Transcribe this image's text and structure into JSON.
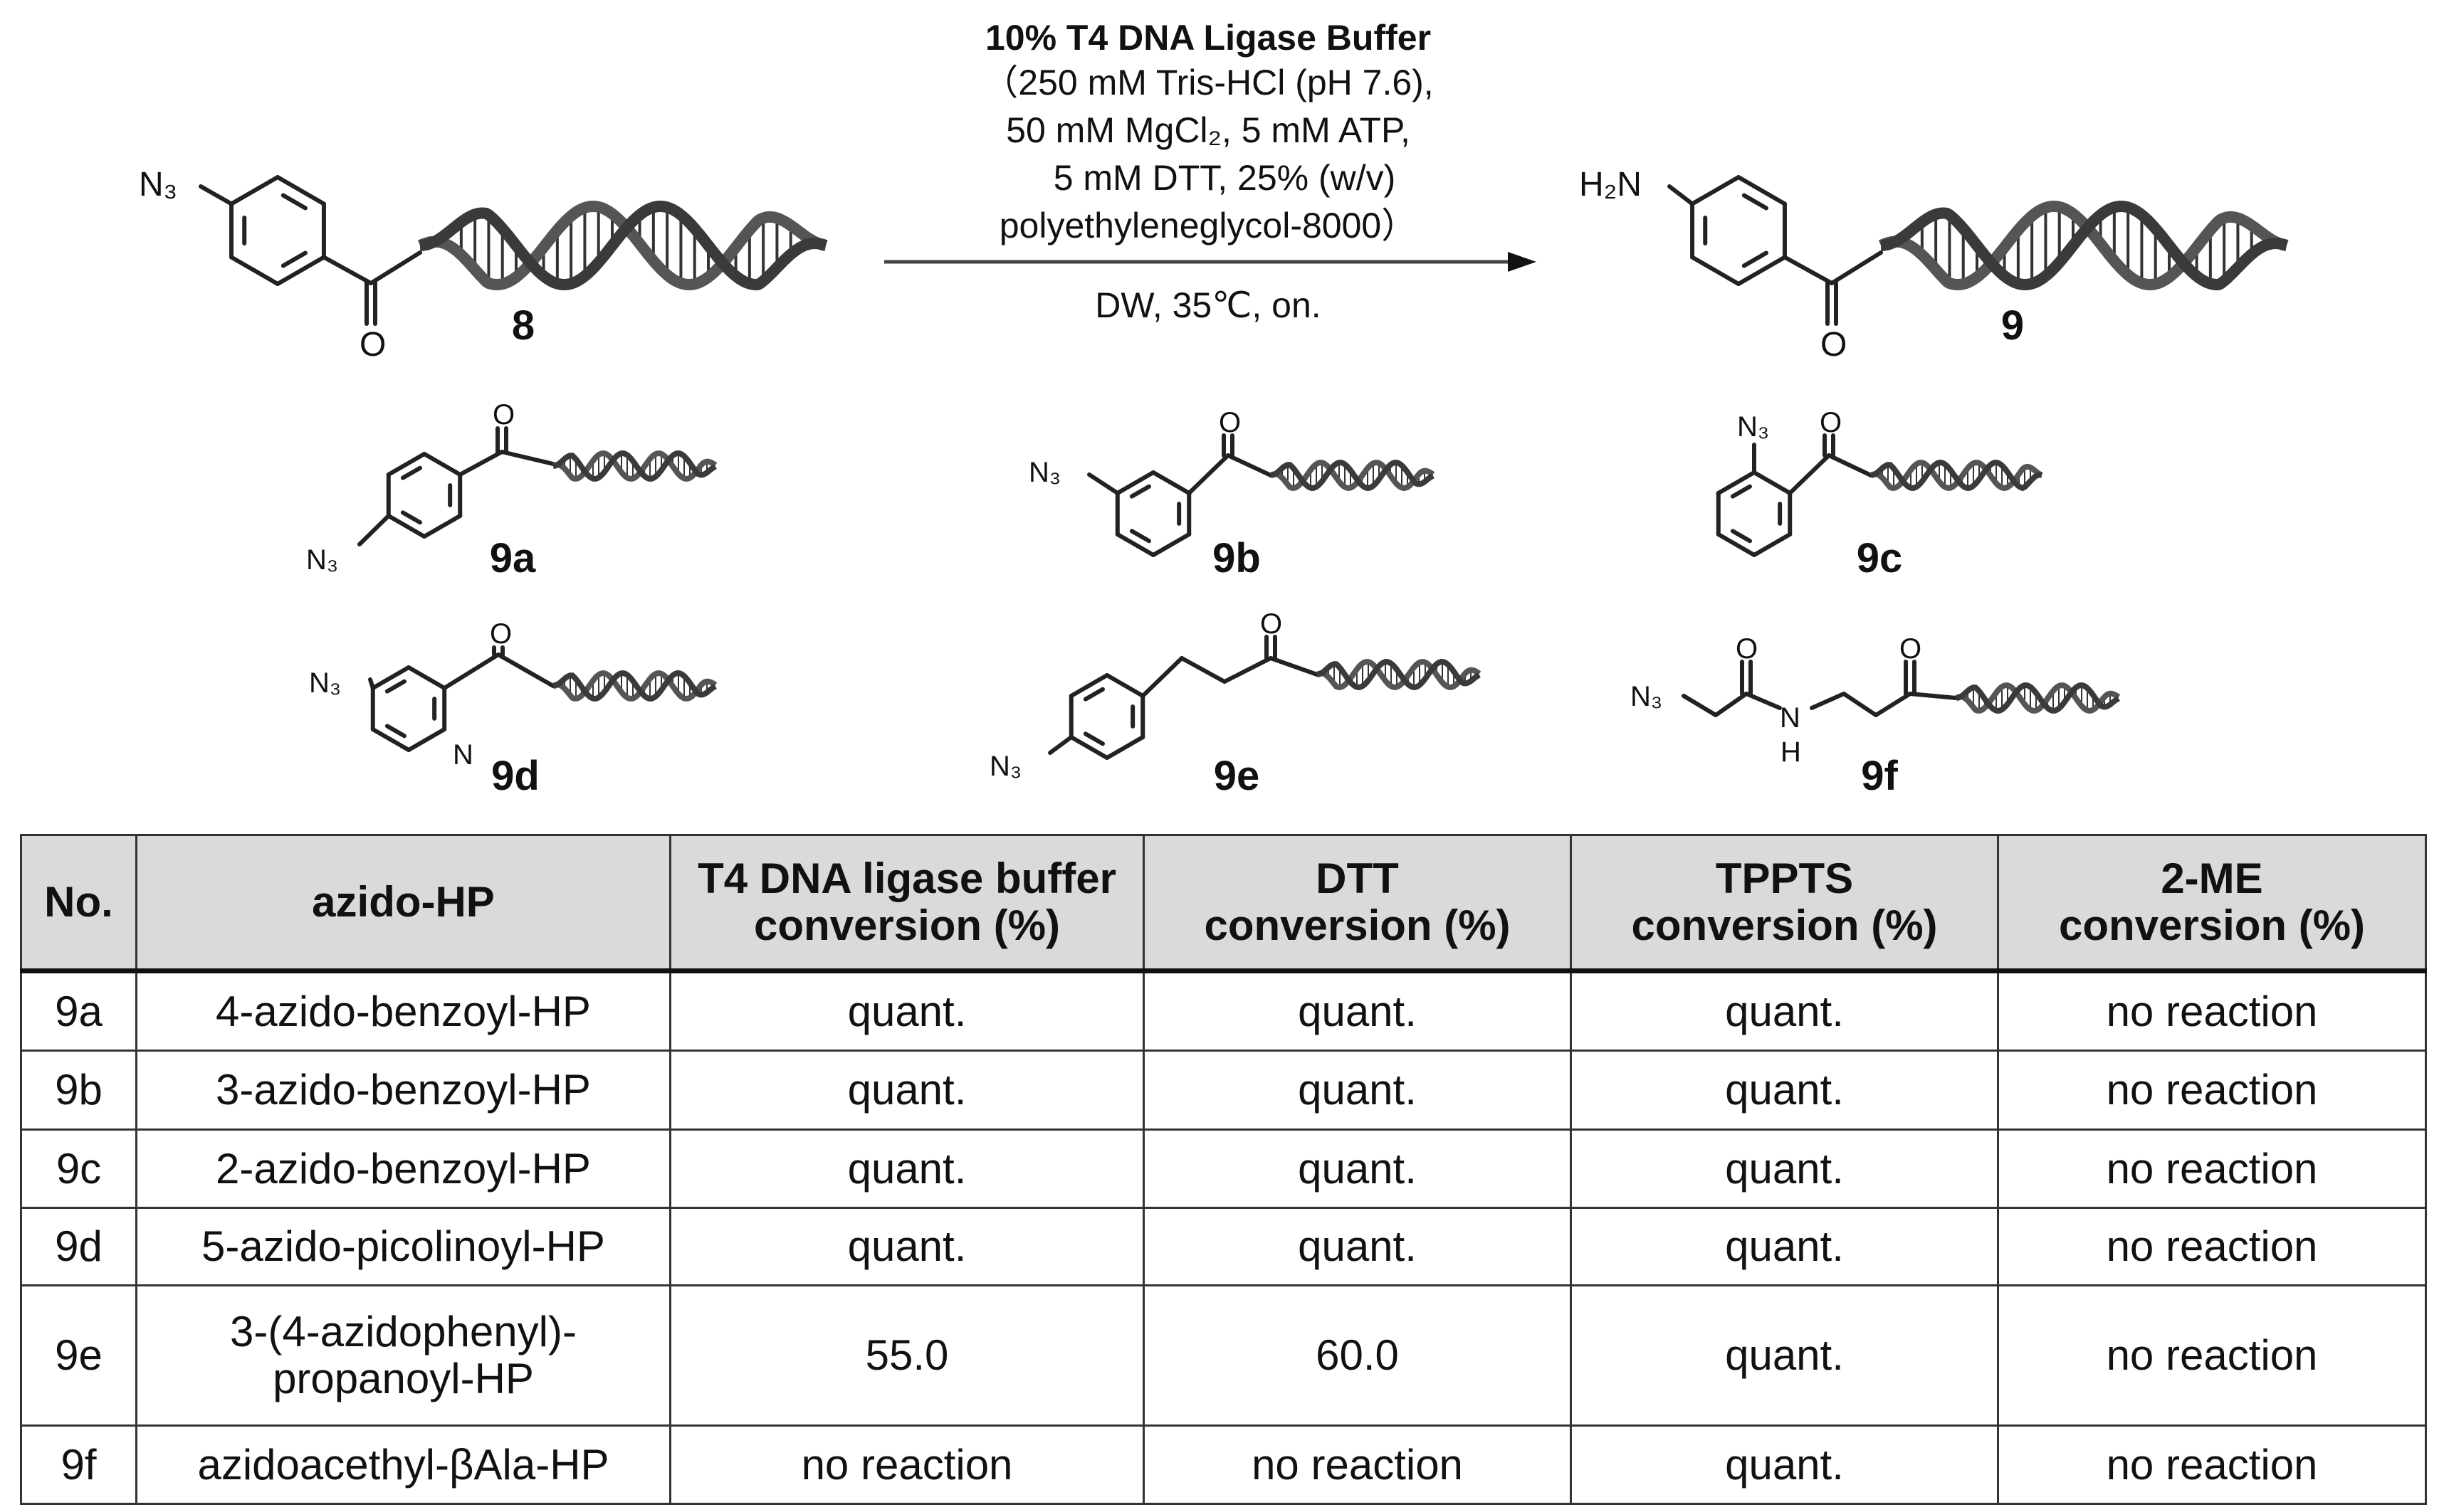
{
  "scheme": {
    "conditions": {
      "title": "10% T4 DNA Ligase Buffer",
      "lines": [
        "（250 mM Tris-HCl (pH 7.6),",
        "50 mM MgCl₂, 5 mM ATP,",
        "5 mM DTT, 25% (w/v)",
        "polyethyleneglycol-8000）"
      ],
      "below_arrow": "DW, 35℃, on."
    },
    "reactant": {
      "label": "8",
      "substituent": "N₃",
      "oxygen": "O"
    },
    "product": {
      "label": "9",
      "substituent": "H₂N",
      "oxygen": "O"
    },
    "substrates": [
      {
        "label": "9a",
        "atoms": [
          "N₃",
          "O"
        ]
      },
      {
        "label": "9b",
        "atoms": [
          "N₃",
          "O"
        ]
      },
      {
        "label": "9c",
        "atoms": [
          "N₃",
          "O"
        ]
      },
      {
        "label": "9d",
        "atoms": [
          "N₃",
          "O",
          "N"
        ]
      },
      {
        "label": "9e",
        "atoms": [
          "N₃",
          "O"
        ]
      },
      {
        "label": "9f",
        "atoms": [
          "N₃",
          "O",
          "N",
          "H",
          "O"
        ]
      }
    ]
  },
  "table": {
    "headers": [
      [
        "No."
      ],
      [
        "azido-HP"
      ],
      [
        "T4 DNA ligase buffer",
        "conversion (%)"
      ],
      [
        "DTT",
        "conversion (%)"
      ],
      [
        "TPPTS",
        "conversion (%)"
      ],
      [
        "2-ME",
        "conversion (%)"
      ]
    ],
    "rows": [
      {
        "no": "9a",
        "name": [
          "4-azido-benzoyl-HP"
        ],
        "t4": "quant.",
        "dtt": "quant.",
        "tppts": "quant.",
        "me": "no reaction"
      },
      {
        "no": "9b",
        "name": [
          "3-azido-benzoyl-HP"
        ],
        "t4": "quant.",
        "dtt": "quant.",
        "tppts": "quant.",
        "me": "no reaction"
      },
      {
        "no": "9c",
        "name": [
          "2-azido-benzoyl-HP"
        ],
        "t4": "quant.",
        "dtt": "quant.",
        "tppts": "quant.",
        "me": "no reaction"
      },
      {
        "no": "9d",
        "name": [
          "5-azido-picolinoyl-HP"
        ],
        "t4": "quant.",
        "dtt": "quant.",
        "tppts": "quant.",
        "me": "no reaction"
      },
      {
        "no": "9e",
        "name": [
          "3-(4-azidophenyl)-",
          "propanoyl-HP"
        ],
        "t4": "55.0",
        "dtt": "60.0",
        "tppts": "quant.",
        "me": "no reaction"
      },
      {
        "no": "9f",
        "name": [
          "azidoacethyl-βAla-HP"
        ],
        "t4": "no reaction",
        "dtt": "no reaction",
        "tppts": "quant.",
        "me": "no reaction"
      }
    ]
  }
}
